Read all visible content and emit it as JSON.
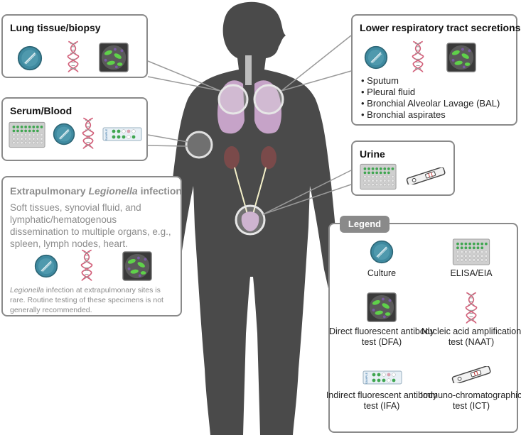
{
  "boxes": {
    "lung": {
      "title": "Lung tissue/biopsy"
    },
    "lower_resp": {
      "title": "Lower respiratory tract secretions",
      "items": [
        "Sputum",
        "Pleural fluid",
        "Bronchial Alveolar Lavage (BAL)",
        "Bronchial aspirates"
      ]
    },
    "serum": {
      "title": "Serum/Blood"
    },
    "urine": {
      "title": "Urine"
    },
    "extra": {
      "title_pre": "Extrapulmonary ",
      "title_em": "Legionella",
      "title_post": " infection",
      "text": "Soft tissues, synovial fluid, and lymphatic/hematogenous dissemination to multiple organs, e.g., spleen, lymph nodes, heart.",
      "note_em": "Legionella",
      "note_rest": " infection at extrapulmonary sites is rare. Routine testing of these specimens is not generally recommended."
    }
  },
  "legend": {
    "title": "Legend",
    "items": [
      {
        "label": "Culture",
        "icon": "culture-icon"
      },
      {
        "label": "ELISA/EIA",
        "icon": "elisa-plate-icon"
      },
      {
        "label": "Direct fluorescent antibody test (DFA)",
        "icon": "dfa-slide-icon"
      },
      {
        "label": "Nucleic acid amplification test (NAAT)",
        "icon": "dna-helix-icon"
      },
      {
        "label": "Indirect fluorescent antibody test (IFA)",
        "icon": "ifa-slide-icon"
      },
      {
        "label": "Immuno-chromatographic test (ICT)",
        "icon": "ict-strip-icon"
      }
    ]
  },
  "ifa_slide_text": "SAMPLE",
  "colors": {
    "body": "#4a4a4a",
    "lungs": "#c6a3c8",
    "kidneys": "#7a4a4a",
    "border": "#8a8a8a",
    "gray_text": "#8c8c8c",
    "dna": "#d2607a",
    "culture": "#3f8aa0",
    "fluor_green": "#5fd14a"
  }
}
